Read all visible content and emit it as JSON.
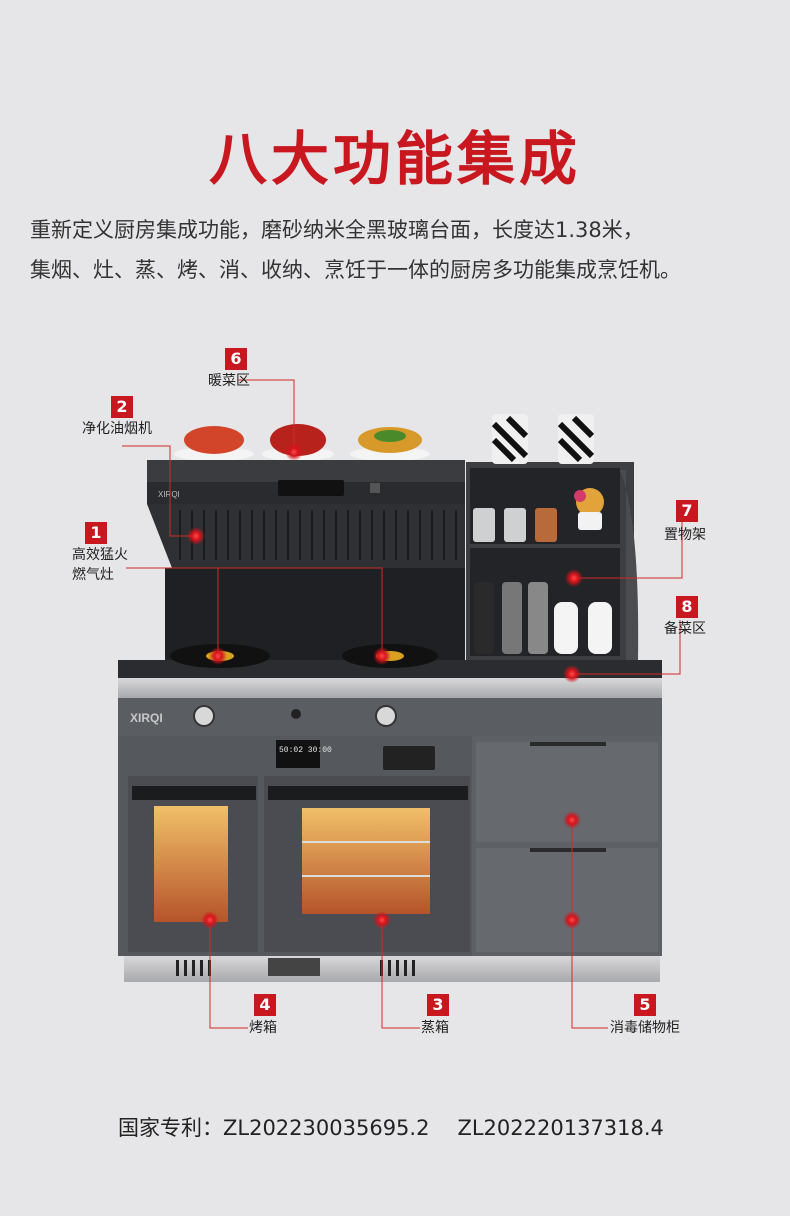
{
  "header": {
    "title": "八大功能集成",
    "desc_line1": "重新定义厨房集成功能，磨砂纳米全黑玻璃台面，长度达1.38米，",
    "desc_line2": "集烟、灶、蒸、烤、消、收纳、烹饪于一体的厨房多功能集成烹饪机。"
  },
  "callouts": [
    {
      "num": "1",
      "label_line1": "高效猛火",
      "label_line2": "燃气灶"
    },
    {
      "num": "2",
      "label": "净化油烟机"
    },
    {
      "num": "3",
      "label": "蒸箱"
    },
    {
      "num": "4",
      "label": "烤箱"
    },
    {
      "num": "5",
      "label": "消毒储物柜"
    },
    {
      "num": "6",
      "label": "暖菜区"
    },
    {
      "num": "7",
      "label": "置物架"
    },
    {
      "num": "8",
      "label": "备菜区"
    }
  ],
  "product": {
    "brand": "XIRQI",
    "display_time": "50:02 30:00"
  },
  "patent": {
    "label": "国家专利：",
    "number1": "ZL202230035695.2",
    "number2": "ZL202220137318.4"
  },
  "colors": {
    "accent": "#c8171e",
    "cabinet": "#5a5d62",
    "background": "#e6e6e8"
  }
}
